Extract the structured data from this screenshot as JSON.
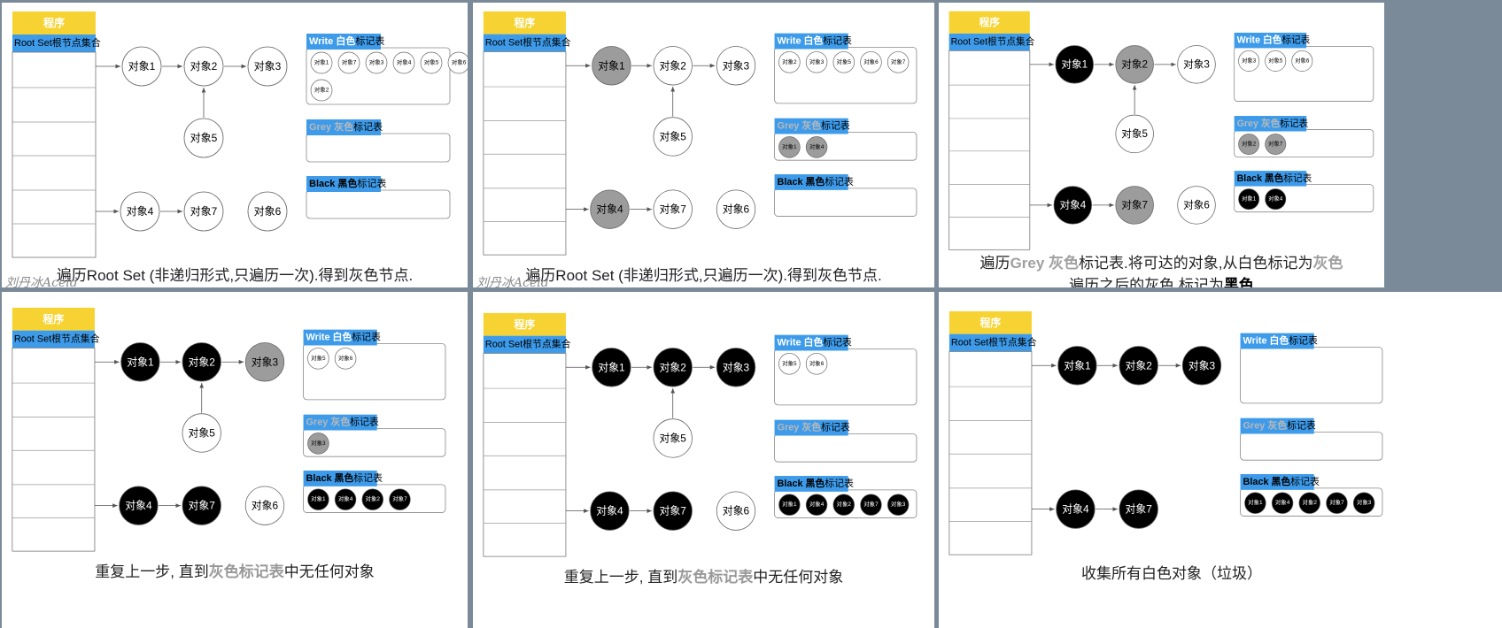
{
  "common": {
    "program_label": "程序",
    "root_set_label": "Root Set根节点集合",
    "node_labels": {
      "o1": "对象1",
      "o2": "对象2",
      "o3": "对象3",
      "o4": "对象4",
      "o5": "对象5",
      "o6": "对象6",
      "o7": "对象7"
    },
    "white_table_label": "Write 白色标记表",
    "grey_table_label": "Grey 灰色标记表",
    "black_table_label": "Black 黑色标记表",
    "watermark": "刘丹冰Aceld"
  },
  "colors": {
    "yellow": "#f6d332",
    "blue": "#3d9bea",
    "grey": "#9c9c9c",
    "black": "#000000",
    "white": "#ffffff"
  },
  "panels": [
    {
      "caption": [
        {
          "t": "遍历Root Set (非递归形式,只遍历一次).得到灰色节点."
        }
      ],
      "node_colors": {
        "o1": "white",
        "o2": "white",
        "o3": "white",
        "o4": "white",
        "o5": "white",
        "o6": "white",
        "o7": "white"
      },
      "white_items": [
        "对象1",
        "对象7",
        "对象3",
        "对象4",
        "对象5",
        "对象6",
        "对象2"
      ],
      "grey_items": [],
      "black_items": []
    },
    {
      "caption": [
        {
          "t": "遍历Root Set (非递归形式,只遍历一次).得到灰色节点."
        }
      ],
      "node_colors": {
        "o1": "grey",
        "o2": "white",
        "o3": "white",
        "o4": "grey",
        "o5": "white",
        "o6": "white",
        "o7": "white"
      },
      "white_items": [
        "对象2",
        "对象3",
        "对象5",
        "对象6",
        "对象7"
      ],
      "grey_items": [
        "对象1",
        "对象4"
      ],
      "black_items": []
    },
    {
      "caption": [
        {
          "t": "遍历"
        },
        {
          "t": "Grey 灰色",
          "c": "grey"
        },
        {
          "t": "标记表.将可达的对象,从白色标记为"
        },
        {
          "t": "灰色",
          "c": "grey"
        },
        {
          "br": true
        },
        {
          "t": "遍历之后的灰色,标记为"
        },
        {
          "t": "黑色",
          "c": "bold"
        }
      ],
      "node_colors": {
        "o1": "black",
        "o2": "grey",
        "o3": "white",
        "o4": "black",
        "o5": "white",
        "o6": "white",
        "o7": "grey"
      },
      "white_items": [
        "对象3",
        "对象5",
        "对象6"
      ],
      "grey_items": [
        "对象2",
        "对象7"
      ],
      "black_items": [
        "对象1",
        "对象4"
      ]
    },
    {
      "caption": [
        {
          "t": "重复上一步, 直到"
        },
        {
          "t": "灰色标记表",
          "c": "hl"
        },
        {
          "t": "中无任何对象"
        }
      ],
      "node_colors": {
        "o1": "black",
        "o2": "black",
        "o3": "grey",
        "o4": "black",
        "o5": "white",
        "o6": "white",
        "o7": "black"
      },
      "white_items": [
        "对象5",
        "对象6"
      ],
      "grey_items": [
        "对象3"
      ],
      "black_items": [
        "对象1",
        "对象4",
        "对象2",
        "对象7"
      ]
    },
    {
      "caption": [
        {
          "t": "重复上一步, 直到"
        },
        {
          "t": "灰色标记表",
          "c": "hl"
        },
        {
          "t": "中无任何对象"
        }
      ],
      "node_colors": {
        "o1": "black",
        "o2": "black",
        "o3": "black",
        "o4": "black",
        "o5": "white",
        "o6": "white",
        "o7": "black"
      },
      "white_items": [
        "对象5",
        "对象6"
      ],
      "grey_items": [],
      "black_items": [
        "对象1",
        "对象4",
        "对象2",
        "对象7",
        "对象3"
      ]
    },
    {
      "caption": [
        {
          "t": "收集所有白色对象（垃圾）"
        }
      ],
      "node_colors": {
        "o1": "black",
        "o2": "black",
        "o3": "black",
        "o4": "black",
        "o7": "black"
      },
      "white_items": [],
      "grey_items": [],
      "black_items": [
        "对象1",
        "对象4",
        "对象2",
        "对象7",
        "对象3"
      ]
    }
  ]
}
